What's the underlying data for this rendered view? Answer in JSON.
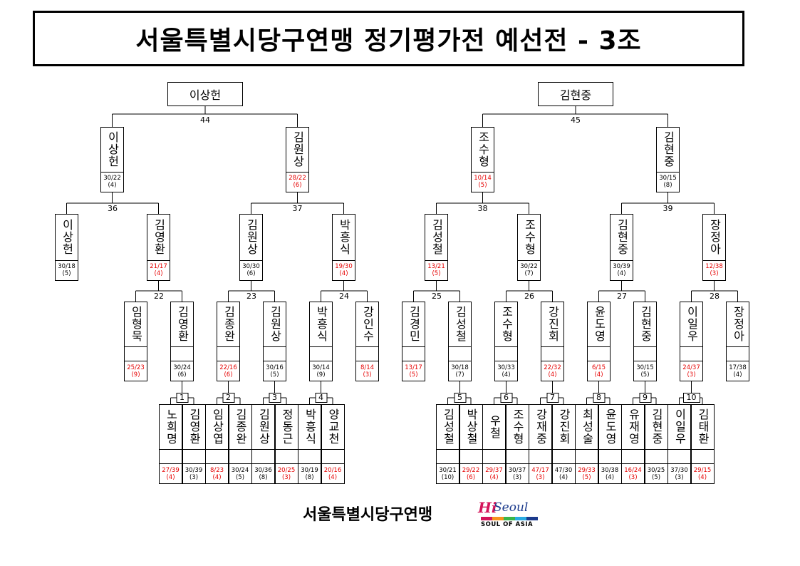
{
  "title": "서울특별시당구연맹 정기평가전 예선전 - 3조",
  "footer": {
    "org": "서울특별시당구연맹",
    "logo_hi": "Hi",
    "logo_seoul": "Seoul",
    "logo_tagline": "SOUL OF ASIA"
  },
  "colors": {
    "loss_score": "#e60000",
    "line": "#000000",
    "logo_pink": "#d4145a",
    "logo_blue": "#1b3a8c"
  },
  "finals": [
    {
      "name": "이상헌",
      "match": "44"
    },
    {
      "name": "김현중",
      "match": "45"
    }
  ],
  "level3": [
    {
      "name": "이상헌",
      "score": "30/22",
      "hr": "(4)",
      "red": false
    },
    {
      "name": "김원상",
      "score": "28/22",
      "hr": "(6)",
      "red": true
    },
    {
      "name": "조수형",
      "score": "10/14",
      "hr": "(5)",
      "red": true
    },
    {
      "name": "김현중",
      "score": "30/15",
      "hr": "(8)",
      "red": false
    }
  ],
  "level3_matches": [
    "36",
    "37",
    "38",
    "39"
  ],
  "level2": [
    {
      "name": "이상헌",
      "score": "30/18",
      "hr": "(5)",
      "red": false
    },
    {
      "name": "김영환",
      "score": "21/17",
      "hr": "(4)",
      "red": true
    },
    {
      "name": "김원상",
      "score": "30/30",
      "hr": "(6)",
      "red": false
    },
    {
      "name": "박흥식",
      "score": "19/30",
      "hr": "(4)",
      "red": true
    },
    {
      "name": "김성철",
      "score": "13/21",
      "hr": "(5)",
      "red": true
    },
    {
      "name": "조수형",
      "score": "30/22",
      "hr": "(7)",
      "red": false
    },
    {
      "name": "김현중",
      "score": "30/39",
      "hr": "(4)",
      "red": false
    },
    {
      "name": "장정아",
      "score": "12/38",
      "hr": "(3)",
      "red": true
    }
  ],
  "level2_matches": [
    "22",
    "23",
    "24",
    "25",
    "26",
    "27",
    "28"
  ],
  "level1": [
    {
      "name": "임형묵",
      "score": "25/23",
      "hr": "(9)",
      "red": true
    },
    {
      "name": "김영환",
      "score": "30/24",
      "hr": "(6)",
      "red": false
    },
    {
      "name": "김종완",
      "score": "22/16",
      "hr": "(6)",
      "red": true
    },
    {
      "name": "김원상",
      "score": "30/16",
      "hr": "(5)",
      "red": false
    },
    {
      "name": "박흥식",
      "score": "30/14",
      "hr": "(9)",
      "red": false
    },
    {
      "name": "강인수",
      "score": "8/14",
      "hr": "(3)",
      "red": true
    },
    {
      "name": "김경민",
      "score": "13/17",
      "hr": "(5)",
      "red": true
    },
    {
      "name": "김성철",
      "score": "30/18",
      "hr": "(7)",
      "red": false
    },
    {
      "name": "조수형",
      "score": "30/33",
      "hr": "(4)",
      "red": false
    },
    {
      "name": "강진회",
      "score": "22/32",
      "hr": "(4)",
      "red": true
    },
    {
      "name": "윤도영",
      "score": "6/15",
      "hr": "(4)",
      "red": true
    },
    {
      "name": "김현중",
      "score": "30/15",
      "hr": "(5)",
      "red": false
    },
    {
      "name": "이일우",
      "score": "24/37",
      "hr": "(3)",
      "red": true
    },
    {
      "name": "장정아",
      "score": "17/38",
      "hr": "(4)",
      "red": false
    }
  ],
  "level1_matches": [
    "1",
    "2",
    "3",
    "4",
    "5",
    "6",
    "7",
    "8",
    "9",
    "10"
  ],
  "level0": [
    {
      "name": "노희명",
      "score": "27/39",
      "hr": "(4)",
      "red": true
    },
    {
      "name": "김영환",
      "score": "30/39",
      "hr": "(3)",
      "red": false
    },
    {
      "name": "임상엽",
      "score": "8/23",
      "hr": "(4)",
      "red": true
    },
    {
      "name": "김종완",
      "score": "30/24",
      "hr": "(5)",
      "red": false
    },
    {
      "name": "김원상",
      "score": "30/36",
      "hr": "(8)",
      "red": false
    },
    {
      "name": "정동근",
      "score": "20/25",
      "hr": "(3)",
      "red": true
    },
    {
      "name": "박흥식",
      "score": "30/19",
      "hr": "(8)",
      "red": false
    },
    {
      "name": "양교천",
      "score": "20/16",
      "hr": "(4)",
      "red": true
    },
    {
      "name": "김성철",
      "score": "30/21",
      "hr": "(10)",
      "red": false
    },
    {
      "name": "박상철",
      "score": "29/22",
      "hr": "(6)",
      "red": true
    },
    {
      "name": "우철",
      "score": "29/37",
      "hr": "(4)",
      "red": true
    },
    {
      "name": "조수형",
      "score": "30/37",
      "hr": "(3)",
      "red": false
    },
    {
      "name": "강재중",
      "score": "47/17",
      "hr": "(3)",
      "red": true
    },
    {
      "name": "강진회",
      "score": "47/30",
      "hr": "(4)",
      "red": false
    },
    {
      "name": "최성술",
      "score": "29/33",
      "hr": "(5)",
      "red": true
    },
    {
      "name": "윤도영",
      "score": "30/38",
      "hr": "(4)",
      "red": false
    },
    {
      "name": "유재영",
      "score": "16/24",
      "hr": "(3)",
      "red": true
    },
    {
      "name": "김현중",
      "score": "30/25",
      "hr": "(5)",
      "red": false
    },
    {
      "name": "이일우",
      "score": "37/30",
      "hr": "(3)",
      "red": false
    },
    {
      "name": "김태환",
      "score": "29/15",
      "hr": "(4)",
      "red": true
    }
  ]
}
